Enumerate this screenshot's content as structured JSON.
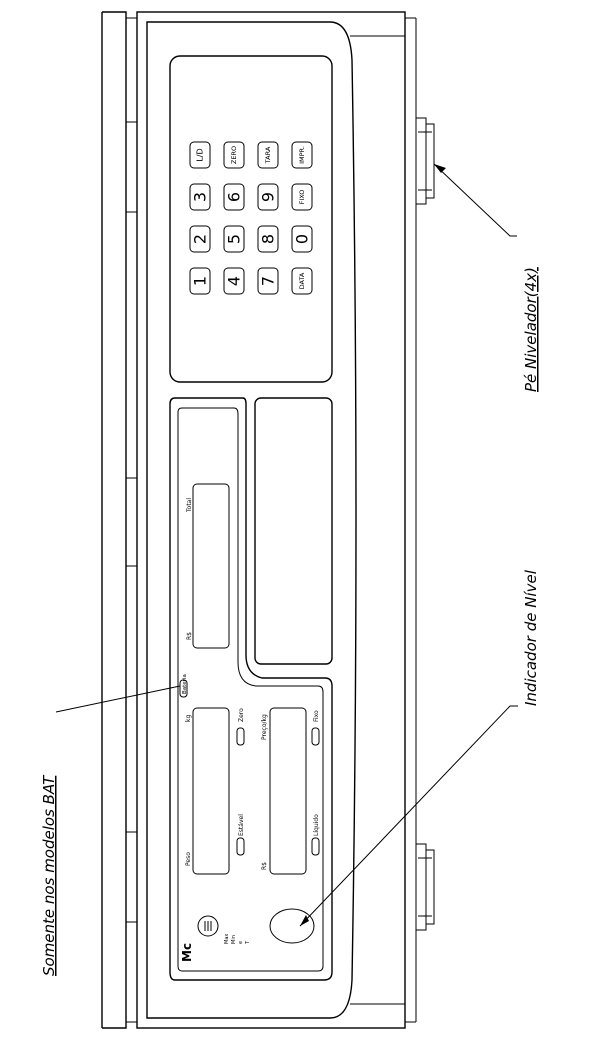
{
  "callouts": {
    "bat_note": "Somente nos modelos BAT",
    "level_indicator": "Indicador de Nível",
    "leveling_foot": "Pé Nivelador(4x)"
  },
  "keypad": {
    "rows": [
      [
        "L/D",
        "ZERO",
        "TARA",
        "IMPR."
      ],
      [
        "3",
        "6",
        "9",
        "FIXO"
      ],
      [
        "2",
        "5",
        "8",
        "0"
      ],
      [
        "1",
        "4",
        "7",
        "DATA"
      ]
    ]
  },
  "display": {
    "total_label": "Total",
    "currency_total": "R$",
    "bateria_label": "Bateria",
    "kg_label": "kg",
    "zero_label": "Zero",
    "preco_label": "Preço/kg",
    "fixo_label": "Fixo",
    "peso_label": "Peso",
    "estavel_label": "Estável",
    "currency_liquido": "R$",
    "liquido_label": "Líquido"
  },
  "brand": {
    "logo_text": "Mc",
    "max_label": "Max",
    "min_label": "Min",
    "e_label": "e",
    "t_label": "T"
  }
}
